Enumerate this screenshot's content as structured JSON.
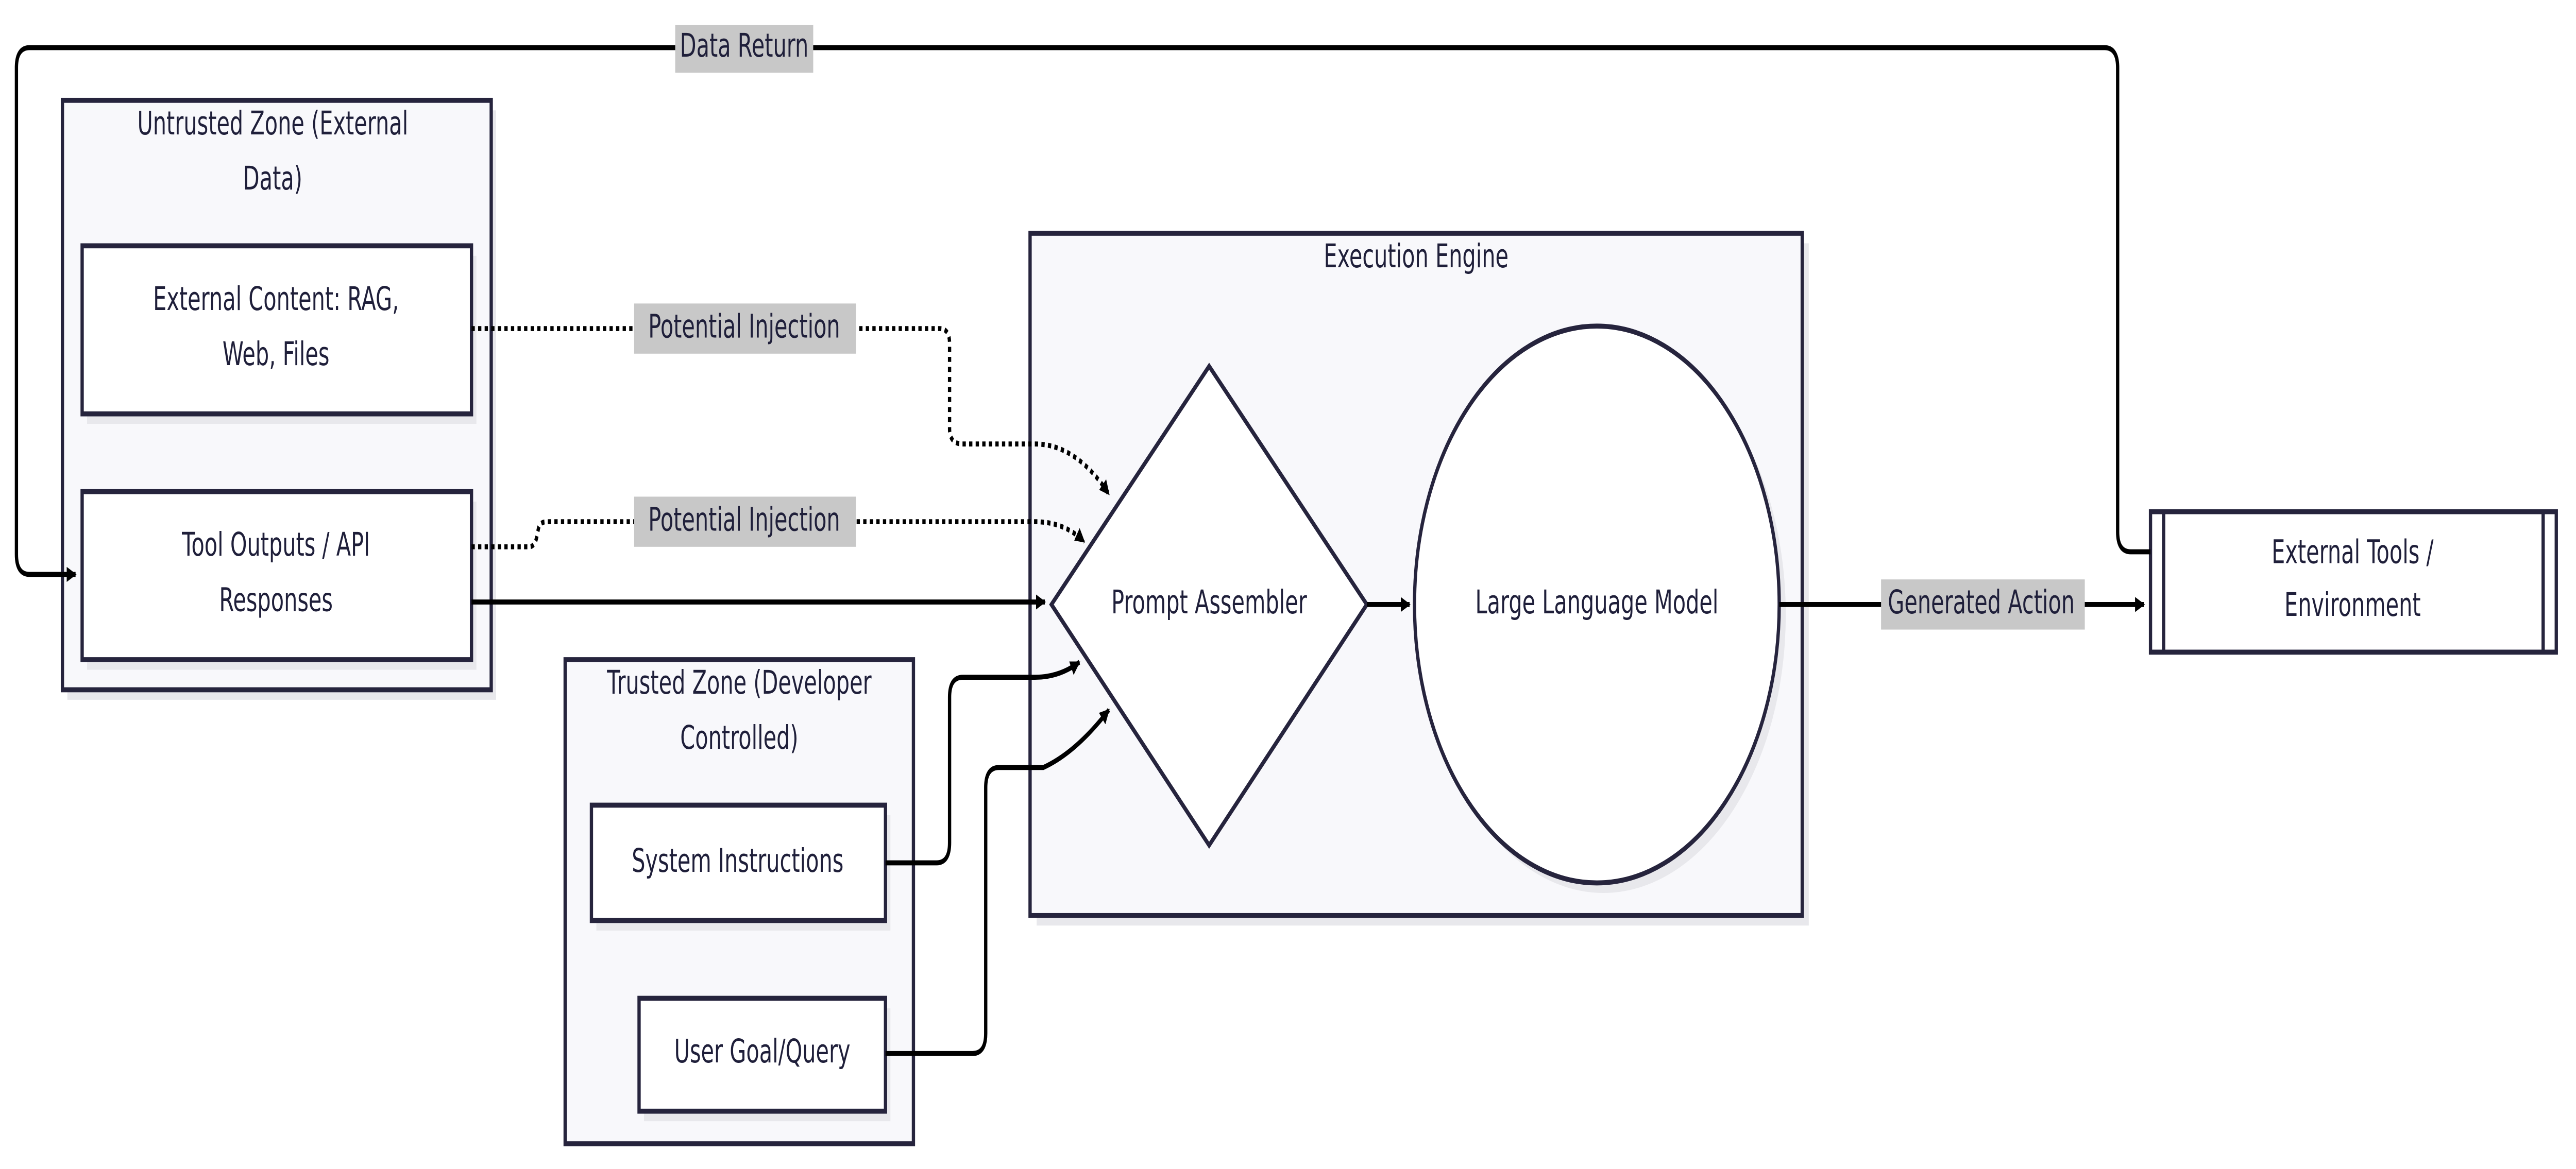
{
  "zones": {
    "untrusted": {
      "title_line1": "Untrusted Zone (External",
      "title_line2": "Data)"
    },
    "trusted": {
      "title_line1": "Trusted Zone (Developer",
      "title_line2": "Controlled)"
    },
    "execution": {
      "title": "Execution Engine"
    }
  },
  "nodes": {
    "external_content": {
      "line1": "External Content: RAG,",
      "line2": "Web, Files"
    },
    "tool_outputs": {
      "line1": "Tool Outputs / API",
      "line2": "Responses"
    },
    "system_instructions": {
      "label": "System Instructions"
    },
    "user_goal": {
      "label": "User Goal/Query"
    },
    "prompt_assembler": {
      "label": "Prompt Assembler"
    },
    "llm": {
      "label": "Large Language Model"
    },
    "external_tools": {
      "line1": "External Tools /",
      "line2": "Environment"
    }
  },
  "edges": {
    "data_return": "Data Return",
    "injection_1": "Potential Injection",
    "injection_2": "Potential Injection",
    "generated_action": "Generated Action"
  }
}
